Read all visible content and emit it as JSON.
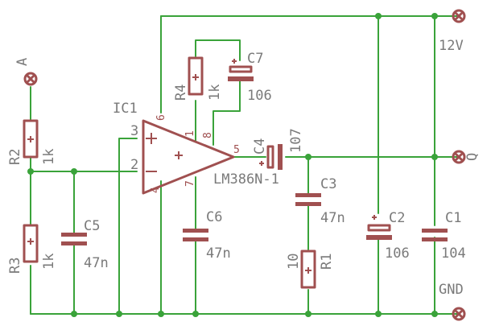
{
  "nets": {
    "supply": "12V",
    "ground": "GND",
    "input": "A",
    "output": "Q"
  },
  "components": {
    "ic1": {
      "name": "IC1",
      "value": "LM386N-1",
      "pins": [
        "3",
        "2",
        "6",
        "4",
        "1",
        "8",
        "7",
        "5"
      ]
    },
    "r1": {
      "name": "R1",
      "value": "10"
    },
    "r2": {
      "name": "R2",
      "value": "1k"
    },
    "r3": {
      "name": "R3",
      "value": "1k"
    },
    "r4": {
      "name": "R4",
      "value": "1k"
    },
    "c1": {
      "name": "C1",
      "value": "104"
    },
    "c2": {
      "name": "C2",
      "value": "106"
    },
    "c3": {
      "name": "C3",
      "value": "47n"
    },
    "c4": {
      "name": "C4",
      "value": "107"
    },
    "c5": {
      "name": "C5",
      "value": "47n"
    },
    "c6": {
      "name": "C6",
      "value": "47n"
    },
    "c7": {
      "name": "C7",
      "value": "106"
    }
  },
  "symbols": {
    "polarity_plus": "+",
    "polarity_minus": "−"
  },
  "colors": {
    "wire": "#3aa33a",
    "component": "#a05050",
    "label": "#7a7a7a"
  }
}
